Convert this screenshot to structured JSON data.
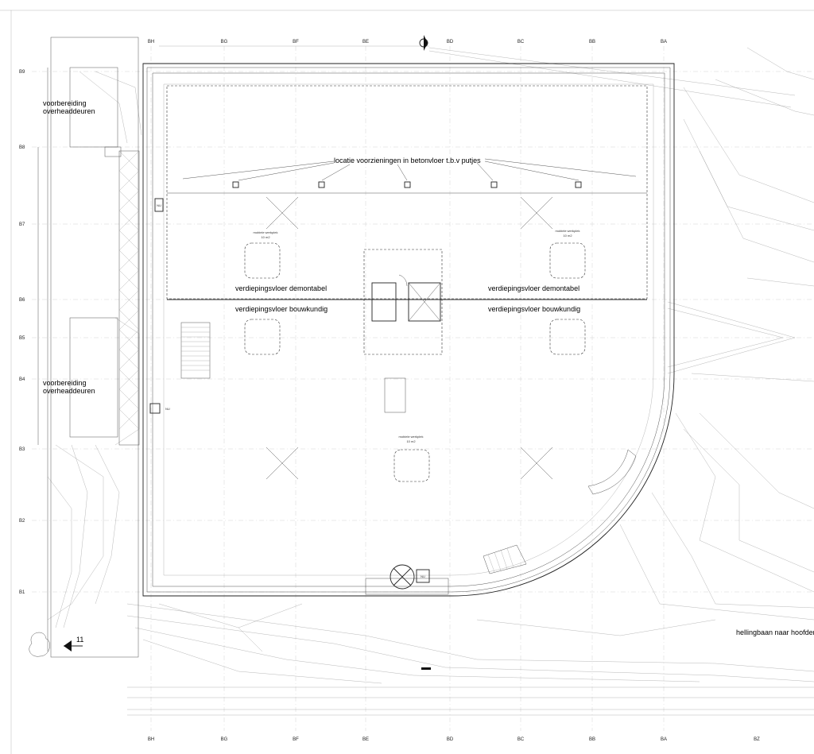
{
  "grid": {
    "columns_top": [
      "BH",
      "BG",
      "BF",
      "BE",
      "BD",
      "BC",
      "BB",
      "BA"
    ],
    "columns_bottom": [
      "BH",
      "BG",
      "BF",
      "BE",
      "BD",
      "BC",
      "BB",
      "BA",
      "BZ"
    ],
    "rows": [
      "B9",
      "B8",
      "B7",
      "B6",
      "B5",
      "B4",
      "B3",
      "B2",
      "B1"
    ]
  },
  "labels": {
    "prep_doors_top_1": "voorbereiding",
    "prep_doors_top_2": "overheaddeuren",
    "prep_doors_mid_1": "voorbereiding",
    "prep_doors_mid_2": "overheaddeuren",
    "provisions": "locatie voorzieningen in betonvloer t.b.v putjes",
    "floor_demount_left": "verdiepingsvloer demontabel",
    "floor_demount_right": "verdiepingsvloer demontabel",
    "floor_struct_left": "verdiepingsvloer bouwkundig",
    "floor_struct_right": "verdiepingsvloer bouwkundig",
    "ramp": "hellingbaan naar hoofdentree",
    "section_marker": "11",
    "nu_1": "NU",
    "nu_2": "NU",
    "nu_3": "NU"
  },
  "workspaces": [
    {
      "title": "mobiele werkplek",
      "area": "10 m2"
    },
    {
      "title": "mobiele werkplek",
      "area": "10 m2"
    },
    {
      "title": "mobiele werkplek",
      "area": "10 m2"
    }
  ],
  "colors": {
    "line": "#555555",
    "line_dark": "#222222",
    "text": "#111111"
  }
}
